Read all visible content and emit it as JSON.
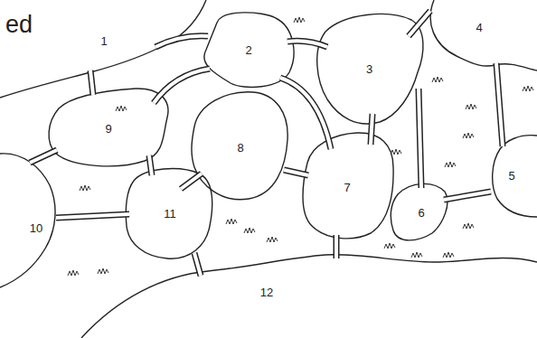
{
  "diagram": {
    "nodes": [
      {
        "text": [
          "1"
        ]
      },
      {
        "text": [
          "2"
        ]
      },
      {
        "text": [
          "3"
        ]
      },
      {
        "text": [
          "4"
        ]
      },
      {
        "text": [
          "5"
        ]
      },
      {
        "text": [
          "6"
        ]
      },
      {
        "text": [
          "7"
        ]
      },
      {
        "text": [
          "8"
        ]
      },
      {
        "text": [
          "9"
        ]
      },
      {
        "text": [
          "10"
        ]
      },
      {
        "text": [
          "11"
        ]
      },
      {
        "text": [
          "12"
        ]
      }
    ],
    "edges": [
      {
        "from": 0,
        "to": 1,
        "arrow": "none"
      },
      {
        "from": 1,
        "to": 2,
        "arrow": "none"
      },
      {
        "from": 1,
        "to": 6,
        "arrow": "none"
      },
      {
        "from": 1,
        "to": 8,
        "arrow": "none"
      },
      {
        "from": 2,
        "to": 3,
        "arrow": "none"
      },
      {
        "from": 2,
        "to": 6,
        "arrow": "none"
      },
      {
        "from": 2,
        "to": 5,
        "arrow": "none"
      },
      {
        "from": 3,
        "to": 4,
        "arrow": "none"
      },
      {
        "from": 4,
        "to": 5,
        "arrow": "none"
      },
      {
        "from": 0,
        "to": 8,
        "arrow": "none"
      },
      {
        "from": 8,
        "to": 9,
        "arrow": "none"
      },
      {
        "from": 8,
        "to": 10,
        "arrow": "none"
      },
      {
        "from": 9,
        "to": 10,
        "arrow": "none"
      },
      {
        "from": 7,
        "to": 10,
        "arrow": "none"
      },
      {
        "from": 6,
        "to": 7,
        "arrow": "none"
      },
      {
        "from": 6,
        "to": 11,
        "arrow": "none"
      },
      {
        "from": 10,
        "to": 11,
        "arrow": "none"
      }
    ],
    "labels": [
      "ed"
    ]
  }
}
